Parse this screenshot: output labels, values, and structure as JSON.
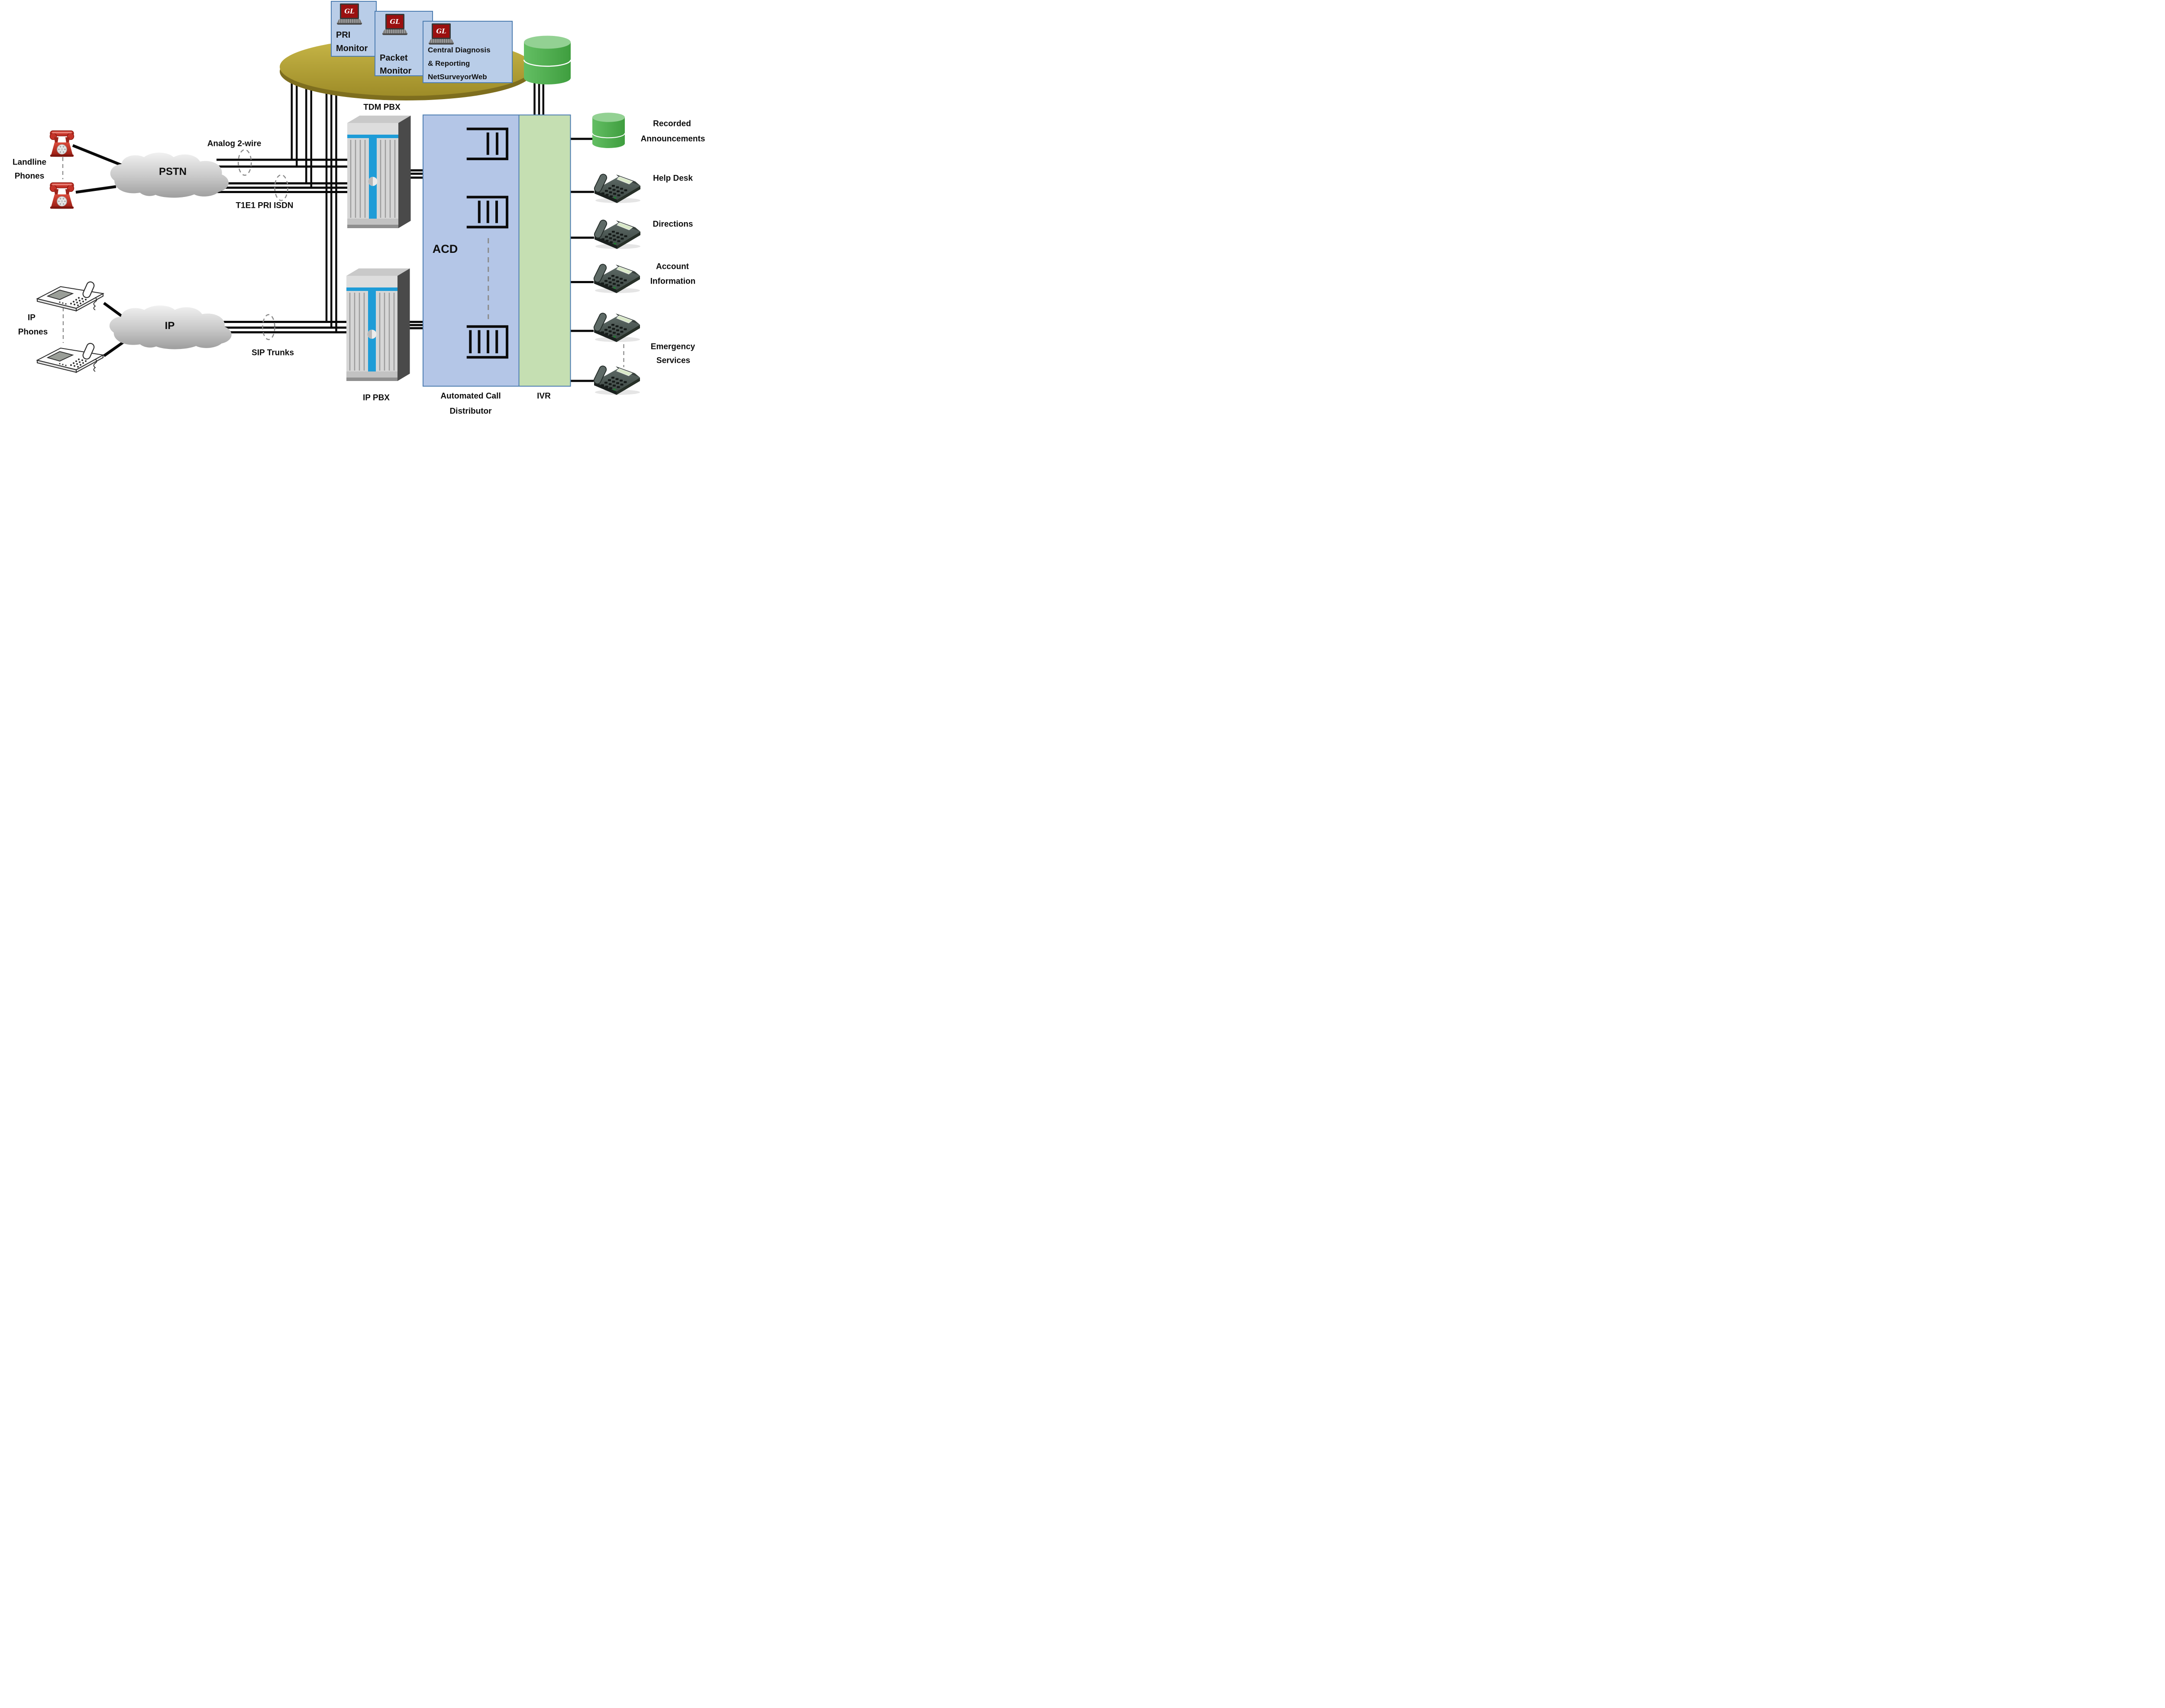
{
  "monitoring": {
    "gl_logo": "GL",
    "pri_monitor": {
      "line1": "PRI",
      "line2": "Monitor"
    },
    "packet_monitor": {
      "line1": "Packet",
      "line2": "Monitor"
    },
    "central_diagnosis": {
      "line1": "Central Diagnosis",
      "line2": "& Reporting",
      "line3": "NetSurveyorWeb"
    }
  },
  "pstn_side": {
    "landline_phones": {
      "line1": "Landline",
      "line2": "Phones"
    },
    "pstn_cloud": "PSTN",
    "analog_link": "Analog 2-wire",
    "t1e1_link": "T1E1 PRI ISDN"
  },
  "ip_side": {
    "ip_phones": {
      "line1": "IP",
      "line2": "Phones"
    },
    "ip_cloud": "IP",
    "sip_link": "SIP Trunks"
  },
  "pbx": {
    "tdm_label": "TDM PBX",
    "ip_label": "IP PBX"
  },
  "acd": {
    "short_label": "ACD",
    "caption_line1": "Automated Call",
    "caption_line2": "Distributor"
  },
  "ivr": {
    "label": "IVR"
  },
  "destinations": {
    "recorded": {
      "line1": "Recorded",
      "line2": "Announcements"
    },
    "help_desk": "Help Desk",
    "directions": "Directions",
    "account": {
      "line1": "Account",
      "line2": "Information"
    },
    "emergency": {
      "line1": "Emergency",
      "line2": "Services"
    }
  },
  "colors": {
    "monitor_box_fill": "#B9CDE8",
    "box_border": "#4C7CB0",
    "acd_fill": "#B4C6E7",
    "ivr_fill": "#C5DFB2",
    "platform_gold": "#B3A23A",
    "database_green": "#4CA64C",
    "pbx_blue_stripe": "#1E9CD7",
    "red_phone": "#C23028",
    "wire_black": "#0A0A0A",
    "gl_logo_red": "#9B1010"
  }
}
